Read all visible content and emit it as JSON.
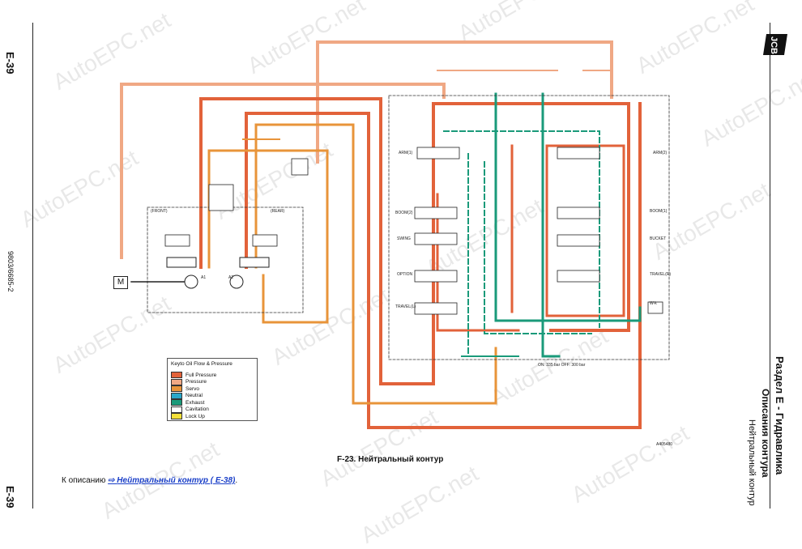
{
  "page_number": "E-39",
  "doc_code": "9803/6685-2",
  "section": {
    "title": "Раздел E - Гидравлика",
    "subtitle": "Описания контура",
    "topic": "Нейтральный контур"
  },
  "brand": "JCB",
  "figure": {
    "caption": "F-23. Нейтральный контур",
    "ref_code": "A405480",
    "labels": {
      "front": "(FRONT)",
      "rear": "(REAR)",
      "motor": "M",
      "a1": "A1",
      "a2": "A2",
      "arm1": "ARM(1)",
      "arm2": "ARM(2)",
      "boom1": "BOOM(1)",
      "boom2": "BOOM(2)",
      "swing": "SWING",
      "bucket": "BUCKET",
      "option": "OPTION",
      "travel_l": "TRAVEL(L)",
      "travel_r": "TRAVEL(R)",
      "on_off": "ON: 335 bar\nOFF: 300 bar",
      "wk": "W-k"
    }
  },
  "legend": {
    "title": "Keyto Oil Flow & Pressure",
    "items": [
      {
        "label": "Full Pressure",
        "color": "#e2623a"
      },
      {
        "label": "Pressure",
        "color": "#f0a884"
      },
      {
        "label": "Servo",
        "color": "#e8943a"
      },
      {
        "label": "Neutral",
        "color": "#2aa7c9"
      },
      {
        "label": "Exhaust",
        "color": "#1a9a7a"
      },
      {
        "label": "Cavitation",
        "color": "#ffffff"
      },
      {
        "label": "Lock Up",
        "color": "#f4e03a"
      }
    ]
  },
  "footer": {
    "prefix": "К описанию",
    "link_text": "Нейтральный контур ( E-38)",
    "suffix": "."
  },
  "watermark": "AutoEPC.net"
}
